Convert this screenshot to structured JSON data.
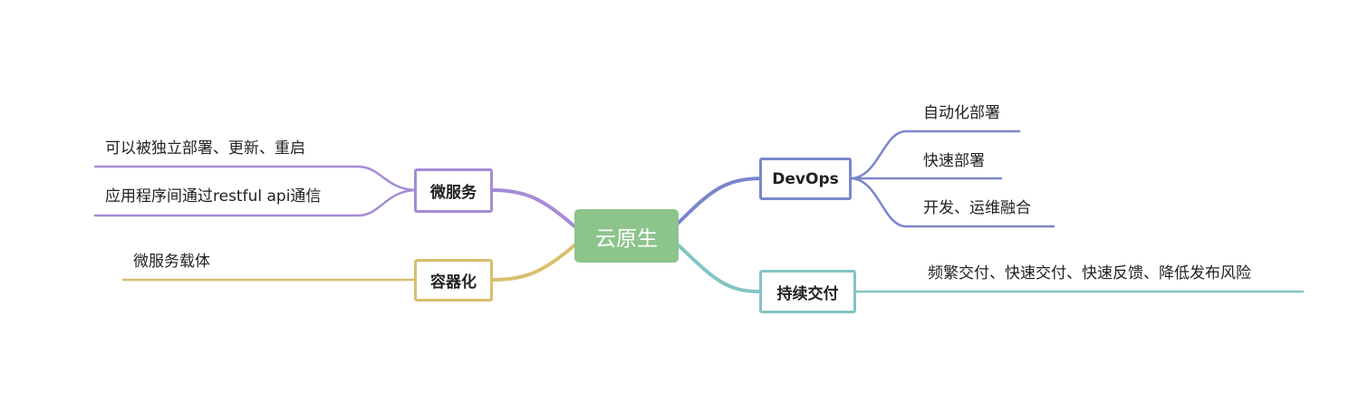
{
  "root": {
    "label": "云原生",
    "color": "#8cc48c"
  },
  "branches": [
    {
      "id": "microservices",
      "label": "微服务",
      "color": "#a58bd6",
      "children": [
        "可以被独立部署、更新、重启",
        "应用程序间通过restful api通信"
      ]
    },
    {
      "id": "containerization",
      "label": "容器化",
      "color": "#d8bf6e",
      "children": [
        "微服务载体"
      ]
    },
    {
      "id": "devops",
      "label": "DevOps",
      "color": "#7a86cc",
      "children": [
        "自动化部署",
        "快速部署",
        "开发、运维融合"
      ]
    },
    {
      "id": "continuous-delivery",
      "label": "持续交付",
      "color": "#82c4c3",
      "children": [
        "频繁交付、快速交付、快速反馈、降低发布风险"
      ]
    }
  ]
}
